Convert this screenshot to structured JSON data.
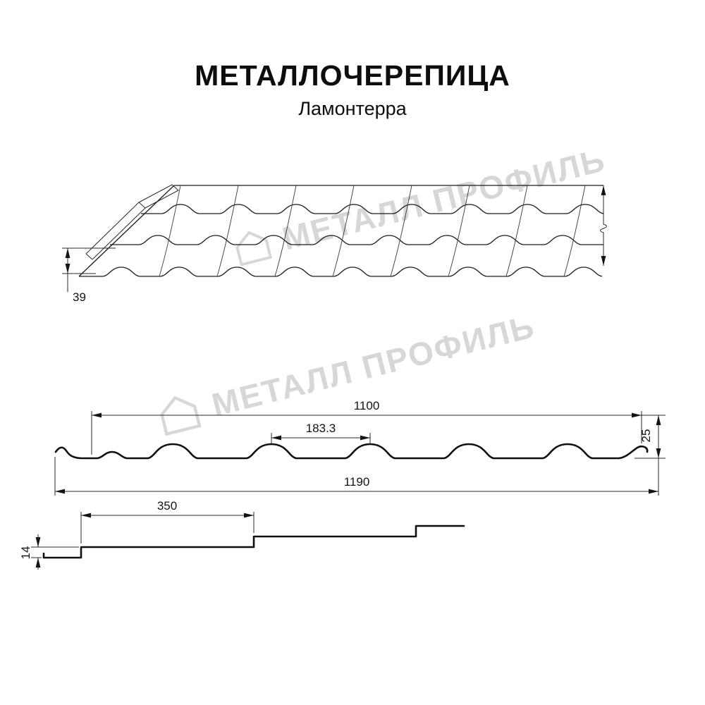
{
  "header": {
    "title": "МЕТАЛЛОЧЕРЕПИЦА",
    "subtitle": "Ламонтерра"
  },
  "watermark": {
    "text": "МЕТАЛЛ ПРОФИЛЬ",
    "color": "#d7d7d7"
  },
  "perspective_view": {
    "dim_edge_height": "39"
  },
  "profile_view": {
    "dim_cover_width": "1100",
    "dim_wave_step": "183.3",
    "dim_profile_height": "25",
    "dim_full_width": "1190"
  },
  "step_view": {
    "dim_module_length": "350",
    "dim_step_height": "14"
  }
}
